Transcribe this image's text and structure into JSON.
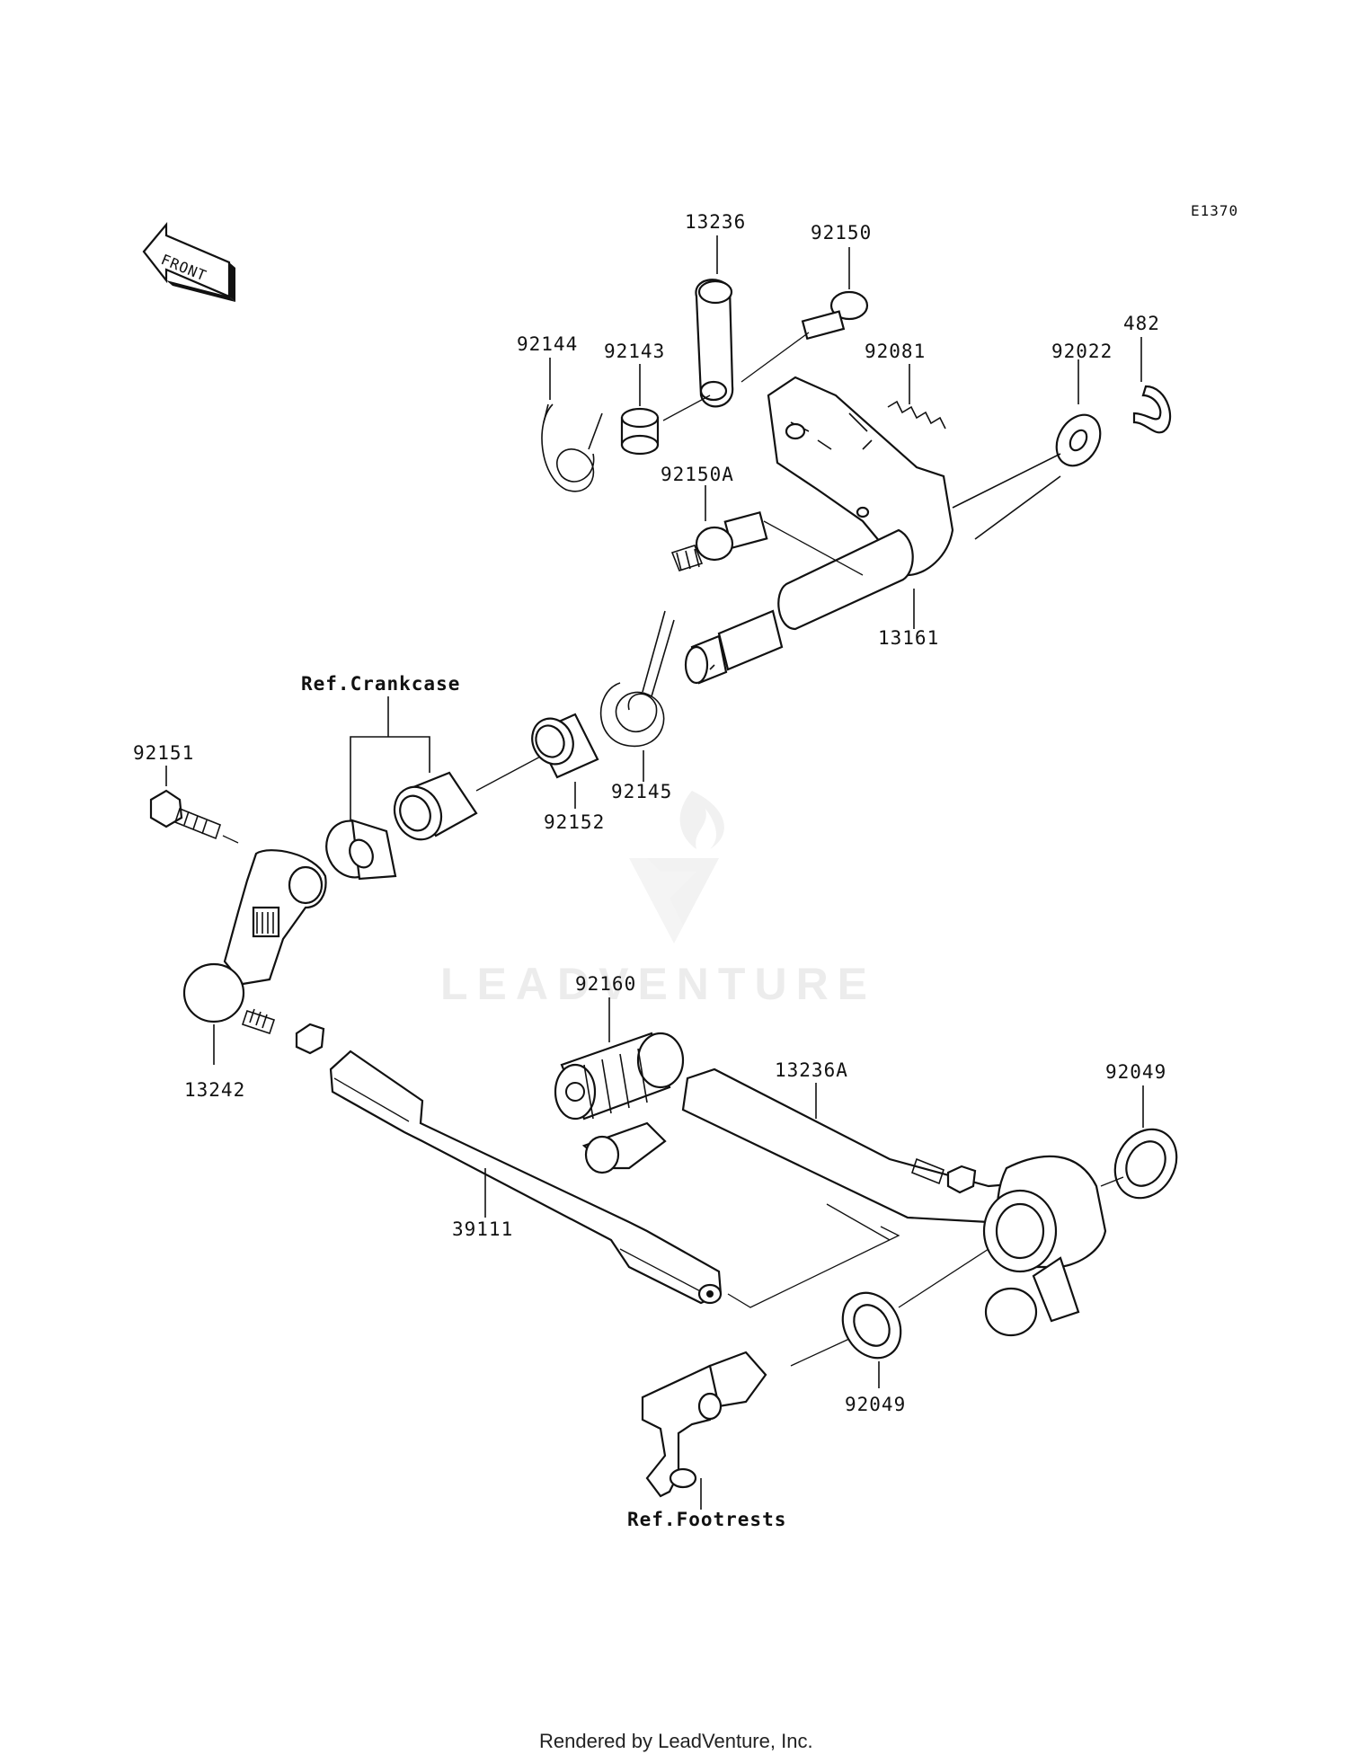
{
  "diagram_code": "E1370",
  "front_label": "FRONT",
  "watermark": "LEADVENTURE",
  "footer": "Rendered by LeadVenture, Inc.",
  "labels": {
    "p13236": "13236",
    "p92150": "92150",
    "p92144": "92144",
    "p92143": "92143",
    "p92081": "92081",
    "p92022": "92022",
    "p482": "482",
    "p92150A": "92150A",
    "p13161": "13161",
    "ref_crankcase": "Ref.Crankcase",
    "p92151": "92151",
    "p92152": "92152",
    "p92145": "92145",
    "p13242": "13242",
    "p92160": "92160",
    "p13236A": "13236A",
    "p92049_top": "92049",
    "p39111": "39111",
    "p92049_bottom": "92049",
    "ref_footrests": "Ref.Footrests"
  }
}
